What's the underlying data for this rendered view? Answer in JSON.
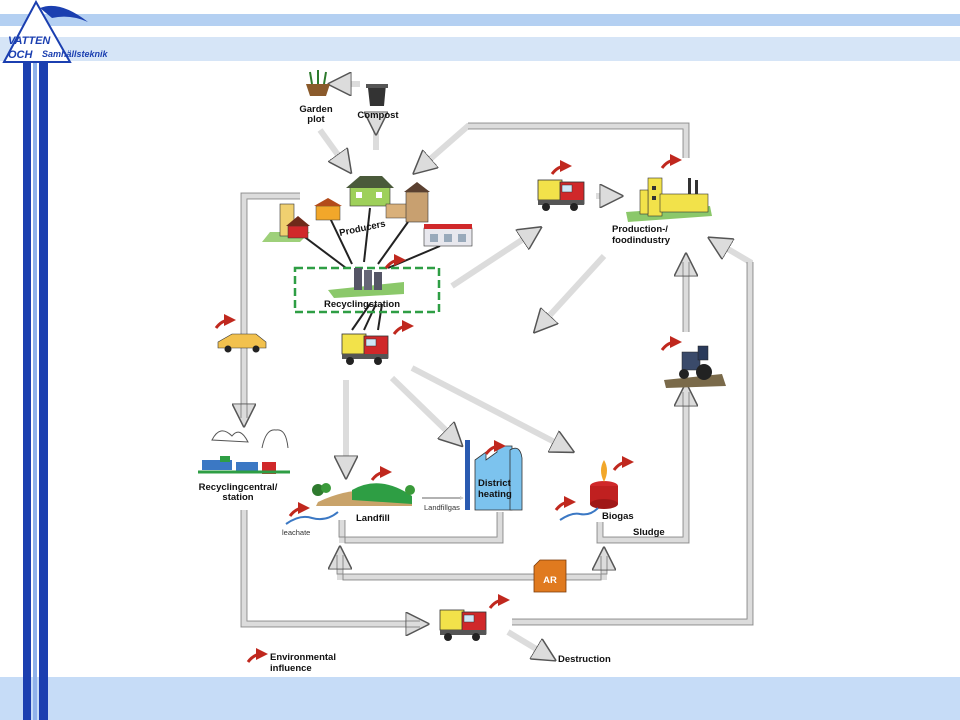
{
  "logo": {
    "line1": "VATTEN",
    "line2": "OCH",
    "line3": "Samhällsteknik",
    "colors": {
      "primary": "#1b3fb0",
      "light": "#8fb2ea"
    }
  },
  "diagram": {
    "labels": {
      "garden_plot": [
        "Garden",
        "plot"
      ],
      "compost": "Compost",
      "producers": "Producers",
      "recyclingstation": "Recyclingstation",
      "production": [
        "Production-/",
        "foodindustry"
      ],
      "recycling_central": [
        "Recyclingcentral/",
        "station"
      ],
      "landfill": "Landfill",
      "leachate": "leachate",
      "landfillgas": "Landfillgas",
      "district_heating": [
        "District",
        "heating"
      ],
      "biogas": "Biogas",
      "sludge": "Sludge",
      "ar": "AR",
      "destruction": "Destruction",
      "legend": [
        "Environmental",
        "influence"
      ]
    },
    "colors": {
      "arrow_fill": "#dcdcdc",
      "arrow_stroke": "#555555",
      "influence_arrow": "#c0281e",
      "recycling_box_border": "#2e9e44",
      "district_heating": "#7cc3ee",
      "ar_box": "#e07a1f",
      "truck_red": "#d0282a",
      "truck_yellow": "#f2e24a"
    }
  }
}
